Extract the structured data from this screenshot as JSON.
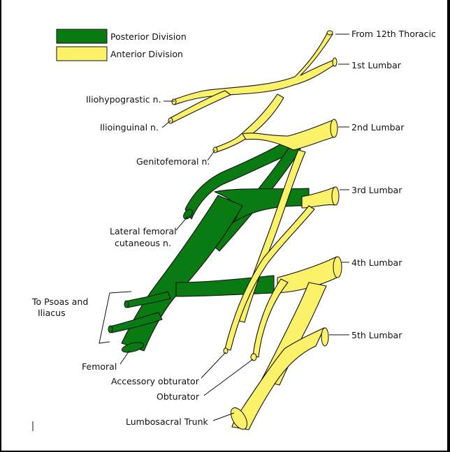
{
  "legend": {
    "posterior": {
      "label": "Posterior Division",
      "color": "#0a7a12"
    },
    "anterior": {
      "label": "Anterior Division",
      "color": "#fbf26a"
    }
  },
  "roots": {
    "t12": "From 12th Thoracic",
    "l1": "1st Lumbar",
    "l2": "2nd Lumbar",
    "l3": "3rd Lumbar",
    "l4": "4th Lumbar",
    "l5": "5th Lumbar"
  },
  "nerves": {
    "iliohypogastric": "Iliohypograstic n.",
    "ilioinguinal": "Ilioinguinal n.",
    "genitofemoral": "Genitofemoral n.",
    "lateral_femoral_1": "Lateral femoral",
    "lateral_femoral_2": "cutaneous n.",
    "psoas_1": "To Psoas and",
    "psoas_2": "Iliacus",
    "femoral": "Femoral",
    "accessory_obturator": "Accessory obturator",
    "obturator": "Obturator",
    "lumbosacral_trunk": "Lumbosacral Trunk"
  }
}
